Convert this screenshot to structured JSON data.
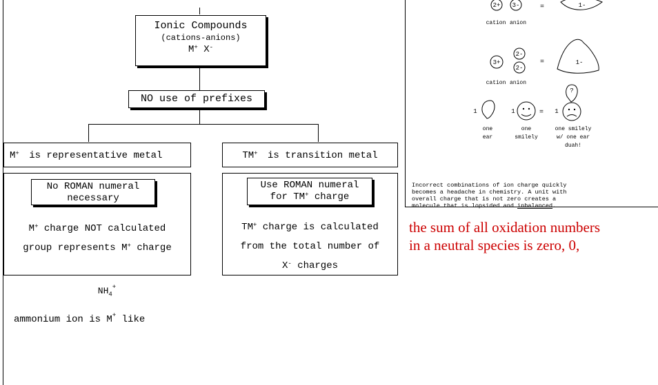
{
  "tree": {
    "root": {
      "title": "Ionic Compounds",
      "subtitle": "(cations-anions)",
      "formula_m": "M",
      "formula_x": "X",
      "sup_plus": "+",
      "sup_minus": "-"
    },
    "prefixes": "NO use of prefixes",
    "left_header": {
      "m": "M",
      "text": "is representative metal"
    },
    "right_header": {
      "m": "TM",
      "text": "is transition metal"
    },
    "left_sub": {
      "line1": "No ROMAN numeral",
      "line2": "necessary"
    },
    "right_sub": {
      "line1": "Use ROMAN numeral",
      "line2_a": "for TM",
      "line2_b": "charge"
    },
    "left_body": {
      "line1_m": "M",
      "line1_rest": "charge NOT calculated",
      "line2_a": "group represents M",
      "line2_b": "charge"
    },
    "right_body": {
      "line1_m": "TM",
      "line1_rest": "charge is calculated",
      "line2": "from the total number of",
      "line3_x": "X",
      "line3_rest": "charges"
    },
    "ammonium": {
      "formula": "NH",
      "sub": "4",
      "sup": "+",
      "text_a": "ammonium ion is M",
      "text_b": "like"
    }
  },
  "cartoon": {
    "row1": {
      "cation": "2+",
      "anion": "3-",
      "equals": "=",
      "result": "1-",
      "cation_label": "cation",
      "anion_label": "anion"
    },
    "row2": {
      "cation": "3+",
      "anion_top": "2-",
      "anion_bottom": "2-",
      "equals": "=",
      "result": "1-",
      "cation_label": "cation",
      "anion_label": "anion"
    },
    "row3": {
      "num1": "1",
      "num2": "1",
      "equals": "=",
      "num3": "1",
      "question": "?",
      "label1_a": "one",
      "label1_b": "ear",
      "label2_a": "one",
      "label2_b": "smilely",
      "label3_a": "one smilely",
      "label3_b": "w/ one ear",
      "label3_c": "duah!"
    }
  },
  "caption": {
    "line1": "Incorrect combinations of ion charge quickly",
    "line2": "becomes a headache in chemistry.  A unit with",
    "line3": "overall charge that is not zero creates a",
    "line4_a": "molecule that is lopsided and ",
    "line4_b": "inbalanced",
    "line4_c": "."
  },
  "rule": {
    "line1": "the sum of all oxidation numbers",
    "line2": "in a neutral species is zero, 0,"
  }
}
